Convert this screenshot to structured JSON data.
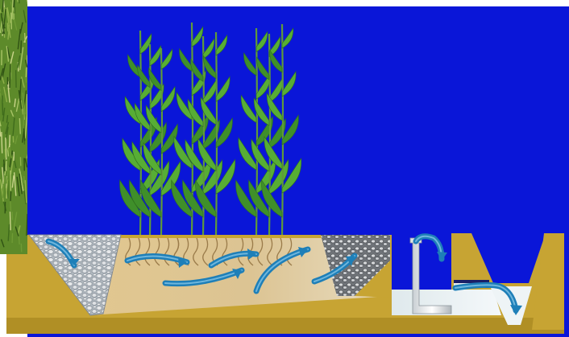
{
  "colors": {
    "sky": "#0a16d8",
    "earth": "#c7a433",
    "earth_dark": "#9d7f22",
    "bed_sand": "#dcc493",
    "gravel": "#cfd3d6",
    "water_flow": "#1e7fb8",
    "water_pale": "#cfe6f2",
    "reed_green": "#4c9a2c",
    "grass_photo": "#5d8a2a"
  },
  "elements": {
    "reeds": "reed-plants",
    "flow_arrows": "subsurface-flow-arrows",
    "inlet_gravel": "inlet-gravel-zone",
    "outlet_gravel": "outlet-gravel-zone",
    "outlet_pipe": "outlet-pipe",
    "weir": "outflow-weir"
  }
}
